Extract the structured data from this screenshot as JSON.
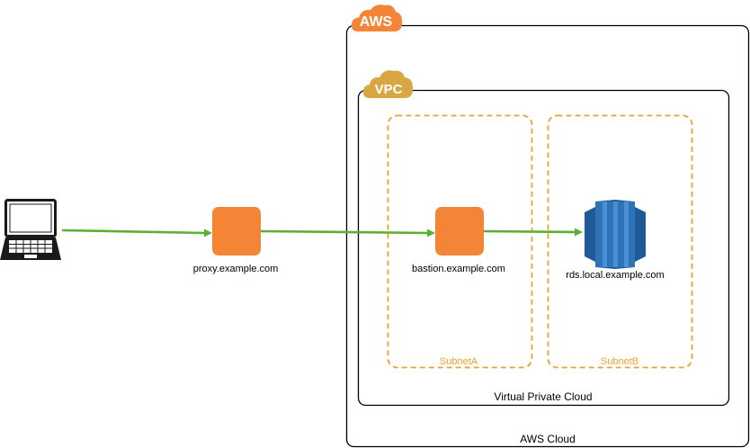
{
  "colors": {
    "aws_orange": "#f58536",
    "vpc_gold": "#d9a741",
    "subnet_orange": "#f0a030",
    "connector_green": "#5ab030",
    "rds_blue": "#2e73b8",
    "rds_dark": "#1f5a96",
    "laptop": "#1a1a1a"
  },
  "aws": {
    "badge": "AWS",
    "label": "AWS Cloud"
  },
  "vpc": {
    "badge": "VPC",
    "label": "Virtual Private Cloud"
  },
  "subnets": [
    {
      "label": "SubnetA"
    },
    {
      "label": "SubnetB"
    }
  ],
  "nodes": {
    "client": {
      "icon": "laptop-icon"
    },
    "proxy": {
      "label": "proxy.example.com",
      "icon": "ec2-instance-icon"
    },
    "bastion": {
      "label": "bastion.example.com",
      "icon": "ec2-instance-icon"
    },
    "rds": {
      "label": "rds.local.example.com",
      "icon": "rds-database-icon"
    }
  }
}
